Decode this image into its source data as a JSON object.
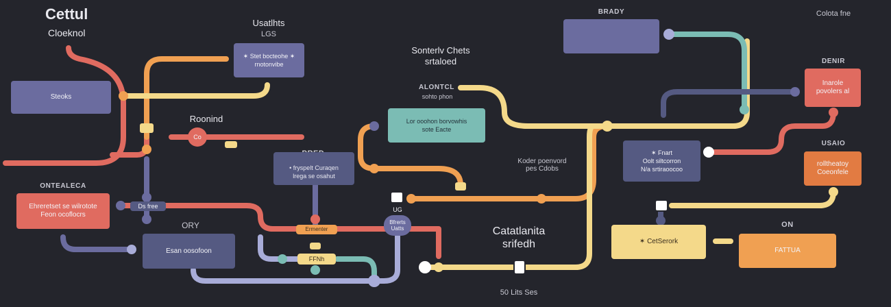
{
  "header": {
    "title": "Cettul",
    "subtitle": "Cloeknol"
  },
  "colors": {
    "background": "#24252c",
    "slate": "#6b6c9f",
    "red": "#e06b60",
    "orange": "#f0a052",
    "yellow": "#f4d98a",
    "teal": "#7bbcb4",
    "lavender": "#a8acd8",
    "navy": "#555a82"
  },
  "labels": {
    "usatlhts": "Usatlhts",
    "lgs": "LGS",
    "brady": "BRADY",
    "colota": "Colota fne",
    "senterv": "Sonterlv Chets\nsrtaloed",
    "alontcl": "ALONTCL",
    "alontcl_sub": "sohto phon",
    "roonind": "Roonind",
    "pred": "PRED",
    "koder": "Koder poenvord\npes Cdobs",
    "denir": "DENIR",
    "usaio": "USAIO",
    "onteal": "ONTEALECA",
    "ory": "ORY",
    "catatlanta": "Catatlanita\nsrifedh",
    "on": "ON",
    "lits": "50 Lits Ses",
    "ug": "UG"
  },
  "boxes": {
    "steoks": "Steoks",
    "stet": "✶ Stet bocteohe ✶\nrnotonvibe",
    "brady_box": "",
    "lor": "Lor ooohon borvowhis\nsote Eacte",
    "pred_box": "• fryspelt Curaqen\nlrega se osahut",
    "coeboxt": "✶ Fnart\nOolt siltcorron\nN/a srtiraoocoo",
    "inarole": "Inarole\npovolers al",
    "rolltheatoy": "rolltheatoy\nCoeonfele",
    "ehreretset": "Ehreretset se wilrotote\nFeon ocoflocrs",
    "essoo": "Esan oosofoon",
    "cetsbrork": "✶ CetSerork",
    "fattua": "FATTUA",
    "co": "Co",
    "ds_free": "Ds free",
    "ermenter": "Ermenter",
    "ffnh": "FFNh",
    "bpms": "Bfrerts\nUatts"
  }
}
